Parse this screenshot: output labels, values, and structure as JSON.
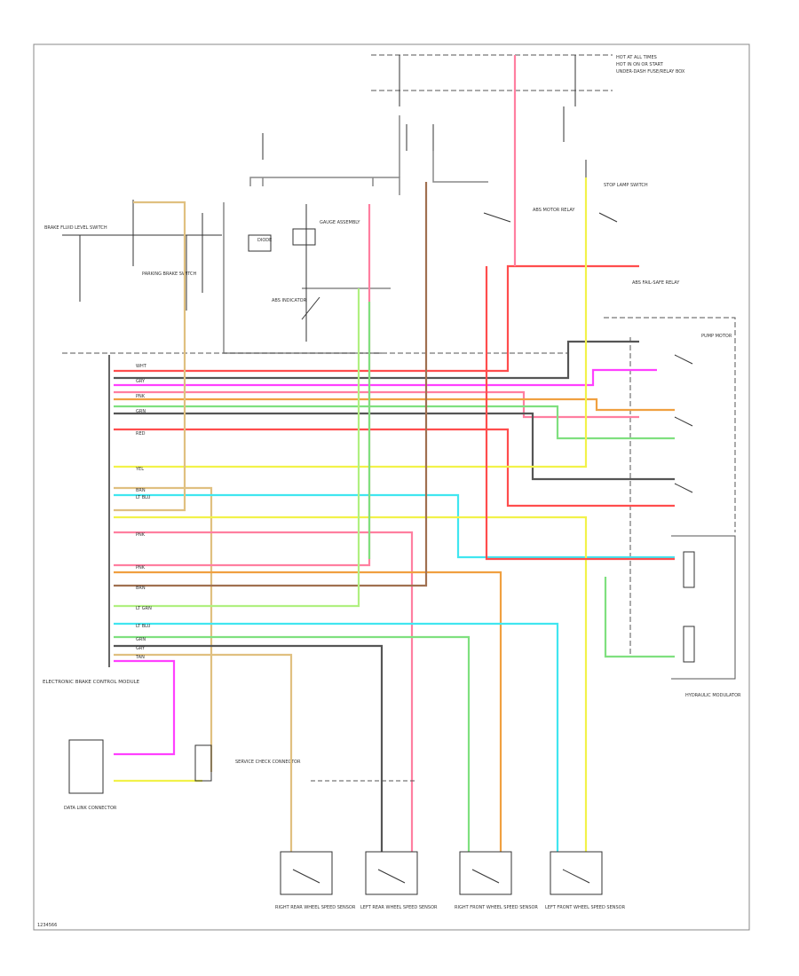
{
  "diagram": {
    "module_label": "ELECTRONIC BRAKE CONTROL MODULE",
    "hydraulic_label": "HYDRAULIC MODULATOR",
    "dlc_label": "DATA LINK CONNECTOR",
    "footer_code": "1234566",
    "colors": {
      "red": "#ff4d4d",
      "pink": "#ff7fa0",
      "magenta": "#ff40ff",
      "yellow": "#f2f24a",
      "green": "#7fe07f",
      "cyan": "#40e6f0",
      "tan": "#e0c080",
      "orange": "#f0a040",
      "gray": "#7f7f7f",
      "dark": "#404040",
      "brown": "#a07050",
      "lightgreen": "#b0f080"
    },
    "sensors": [
      {
        "label": "RIGHT REAR WHEEL SPEED SENSOR"
      },
      {
        "label": "LEFT REAR WHEEL SPEED SENSOR"
      },
      {
        "label": "RIGHT FRONT WHEEL SPEED SENSOR"
      },
      {
        "label": "LEFT FRONT WHEEL SPEED SENSOR"
      }
    ],
    "fuse_boxes": [
      {
        "label": "HOT AT ALL TIMES"
      },
      {
        "label": "HOT IN ON OR START"
      },
      {
        "label": "UNDER-DASH FUSE/RELAY BOX"
      }
    ],
    "components": [
      {
        "label": "BRAKE FLUID LEVEL SWITCH"
      },
      {
        "label": "PARKING BRAKE SWITCH"
      },
      {
        "label": "DIODE"
      },
      {
        "label": "GAUGE ASSEMBLY"
      },
      {
        "label": "ABS INDICATOR"
      },
      {
        "label": "STOP LAMP SWITCH"
      },
      {
        "label": "ABS MOTOR RELAY"
      },
      {
        "label": "ABS FAIL-SAFE RELAY"
      },
      {
        "label": "PUMP MOTOR"
      },
      {
        "label": "SERVICE CHECK CONNECTOR"
      }
    ]
  }
}
